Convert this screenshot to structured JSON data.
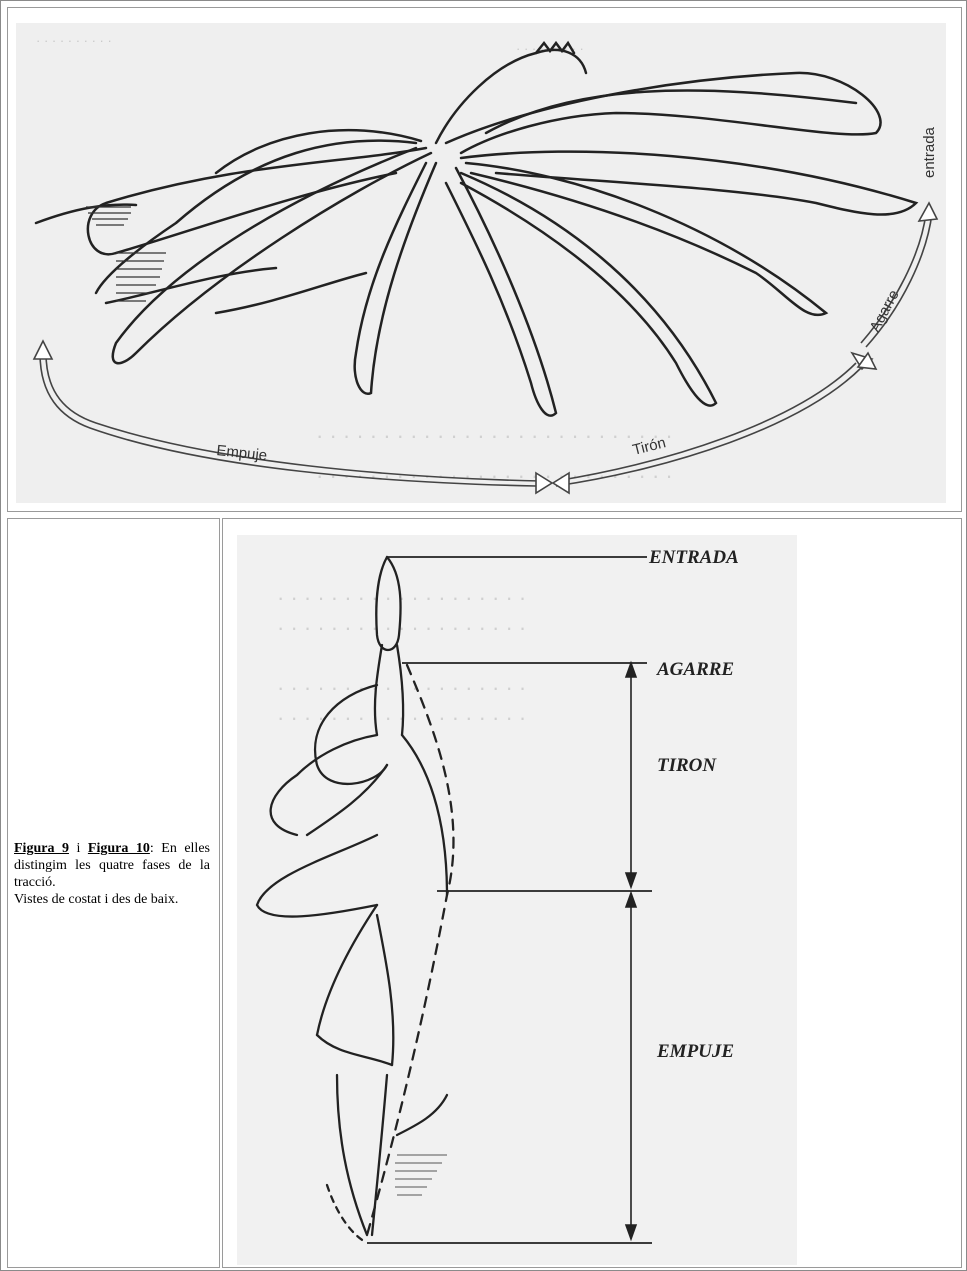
{
  "figure_top": {
    "arrow_labels": {
      "entrada": "entrada",
      "agarre": "Agarre",
      "tiron": "Tirón",
      "empuje": "Empuje"
    }
  },
  "figure_bottom": {
    "phase_labels": {
      "entrada": "ENTRADA",
      "agarre": "AGARRE",
      "tiron": "TIRON",
      "empuje": "EMPUJE"
    }
  },
  "caption": {
    "figure9": "Figura 9",
    "conjunction": " i ",
    "figure10": "Figura 10",
    "colon": ":",
    "text": "En elles distingim les quatre fases de la tracció.",
    "text2": "Vistes de costat i des de baix."
  },
  "colors": {
    "border": "#9a9a9a",
    "scan_background": "#efefef",
    "ink": "#222222"
  }
}
